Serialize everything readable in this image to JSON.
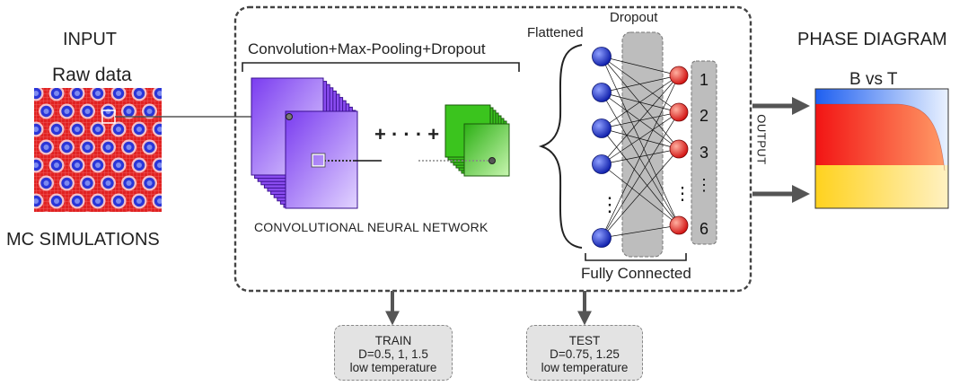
{
  "input_label": "INPUT",
  "raw_data_label": "Raw data",
  "mc_label": "MC SIMULATIONS",
  "phase_label": "PHASE DIAGRAM",
  "bvst_label": "B vs T",
  "conv_label": "Convolution+Max-Pooling+Dropout",
  "cnn_label": "CONVOLUTIONAL  NEURAL NETWORK",
  "ellipsis_label": "+ · · · +",
  "flattened_label": "Flattened",
  "dropout_label": "Dropout",
  "fc_label": "Fully Connected",
  "output_label": "OUTPUT",
  "output_numbers": [
    "1",
    "2",
    "3",
    "⋮",
    "6"
  ],
  "train": {
    "title": "TRAIN",
    "line1": "D=0.5, 1, 1.5",
    "line2": "low temperature"
  },
  "test": {
    "title": "TEST",
    "line1": "D=0.75, 1.25",
    "line2": "low temperature"
  },
  "colors": {
    "red_lattice": "#e8282a",
    "blue_skyrmion": "#1a22c8",
    "purple_filter": "#8a4cf0",
    "green_filter": "#3bc41e",
    "blue_neuron": "#1b2fe0",
    "red_neuron": "#f01a1a",
    "arrow": "#555555"
  }
}
